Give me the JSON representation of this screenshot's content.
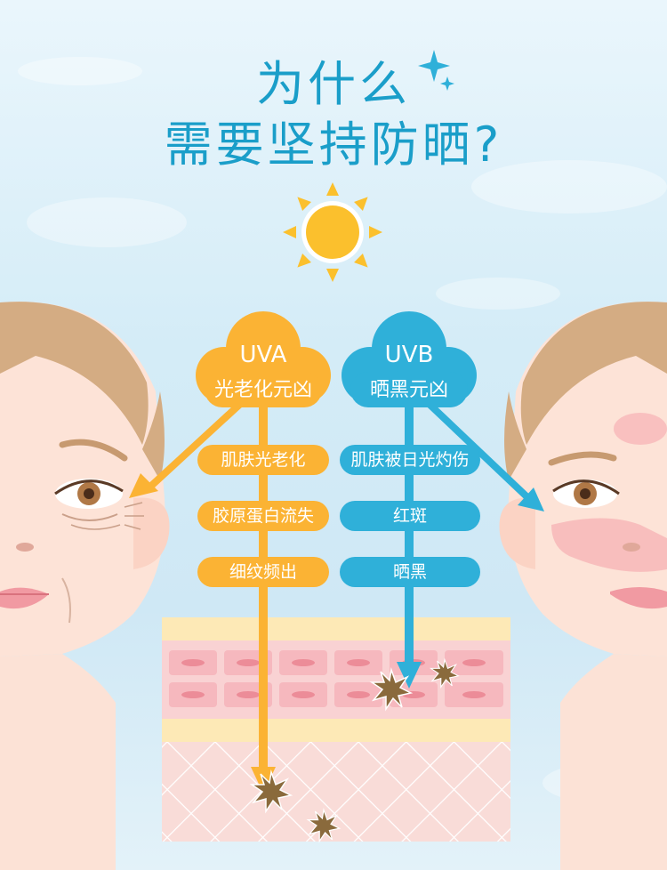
{
  "title": {
    "line1": "为什么",
    "line2": "需要坚持防晒?"
  },
  "uva": {
    "name": "UVA",
    "subtitle": "光老化元凶",
    "effects": [
      "肌肤光老化",
      "胶原蛋白流失",
      "细纹频出"
    ]
  },
  "uvb": {
    "name": "UVB",
    "subtitle": "晒黑元凶",
    "effects": [
      "肌肤被日光灼伤",
      "红斑",
      "晒黑"
    ]
  },
  "colors": {
    "title": "#1a9ec9",
    "uva": "#fbb334",
    "uvb": "#2fb0d9",
    "damage": "#8a6a3c"
  },
  "icons": [
    "sparkle-icon",
    "sun-icon",
    "damage-star-icon"
  ]
}
